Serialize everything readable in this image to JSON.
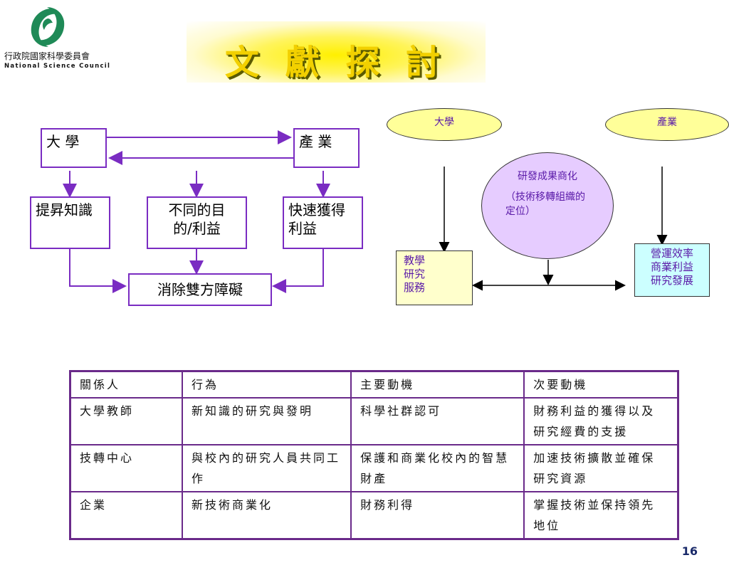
{
  "logo": {
    "name_cn": "行政院國家科學委員會",
    "name_en": "National Science Council"
  },
  "title": "文 獻 探 討",
  "left_diagram": {
    "university": "大 學",
    "industry": "產 業",
    "goal_knowledge": "提昇知識",
    "goal_different": "不同的目的/利益",
    "goal_profit": "快速獲得利益",
    "remove_barriers": "消除雙方障礙"
  },
  "right_diagram": {
    "university": "大學",
    "industry": "產業",
    "center_title": "研發成果商化",
    "center_sub": "（技術移轉組織的定位）",
    "uni_roles": "教學\n研究\n服務",
    "industry_roles": "營運效率\n商業利益\n研究發展"
  },
  "table": {
    "headers": [
      "關係人",
      "行為",
      "主要動機",
      "次要動機"
    ],
    "rows": [
      [
        "大學教師",
        "新知識的研究與發明",
        "科學社群認可",
        "財務利益的獲得以及研究經費的支援"
      ],
      [
        "技轉中心",
        "與校內的研究人員共同工作",
        "保護和商業化校內的智慧財產",
        "加速技術擴散並確保研究資源"
      ],
      [
        "企業",
        "新技術商業化",
        "財務利得",
        "掌握技術並保持領先地位"
      ]
    ]
  },
  "page_number": "16",
  "colors": {
    "box_border": "#7a2cc2",
    "arrow": "#7a2cc2",
    "ellipse_top": "#ffff99",
    "ellipse_center": "#e6ccff",
    "uni_roles_bg": "#ffffcc",
    "industry_roles_bg": "#ccffff",
    "title": "#f2d000"
  }
}
